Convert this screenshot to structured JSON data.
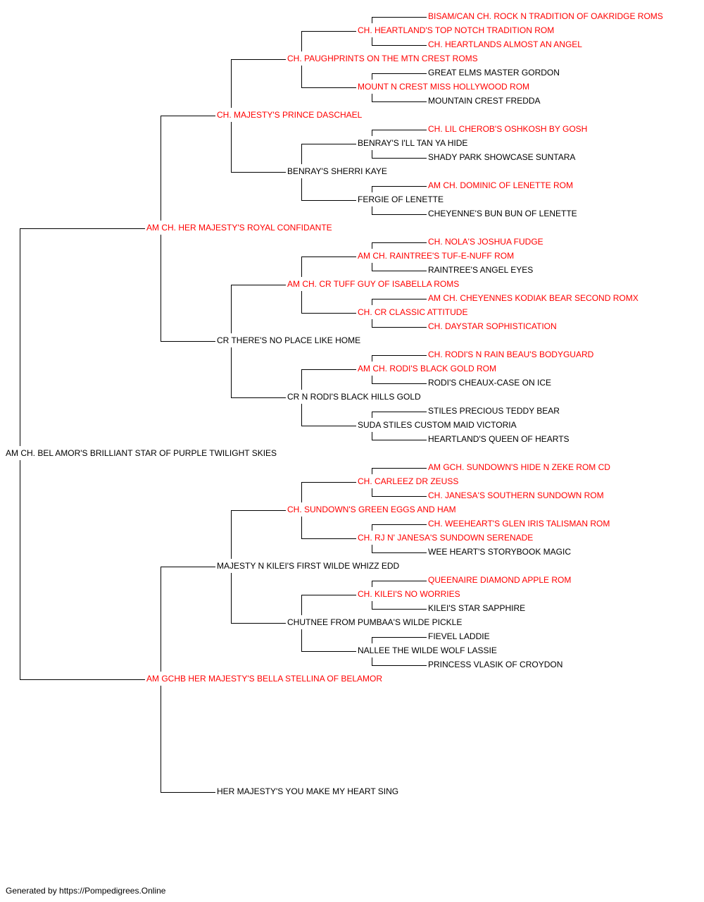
{
  "colors": {
    "champion": "#ff0000",
    "regular": "#000000",
    "connector": "#000000"
  },
  "pedigree": {
    "name": "AM CH. BEL AMOR'S BRILLIANT STAR OF PURPLE TWILIGHT SKIES",
    "titled": false,
    "sire": {
      "name": "AM CH. HER MAJESTY'S ROYAL CONFIDANTE",
      "titled": true,
      "sire": {
        "name": "CH. MAJESTY'S PRINCE DASCHAEL",
        "titled": true,
        "sire": {
          "name": "CH. PAUGHPRINTS ON THE MTN CREST ROMS",
          "titled": true,
          "sire": {
            "name": "CH. HEARTLAND'S TOP NOTCH TRADITION ROM",
            "titled": true,
            "sire": {
              "name": "BISAM/CAN CH. ROCK N TRADITION OF OAKRIDGE ROMS",
              "titled": true
            },
            "dam": {
              "name": "CH. HEARTLANDS ALMOST AN ANGEL",
              "titled": true
            }
          },
          "dam": {
            "name": "MOUNT N CREST MISS HOLLYWOOD ROM",
            "titled": true,
            "sire": {
              "name": "GREAT ELMS MASTER GORDON",
              "titled": false
            },
            "dam": {
              "name": "MOUNTAIN CREST FREDDA",
              "titled": false
            }
          }
        },
        "dam": {
          "name": "BENRAY'S SHERRI KAYE",
          "titled": false,
          "sire": {
            "name": "BENRAY'S I'LL TAN YA HIDE",
            "titled": false,
            "sire": {
              "name": "CH. LIL CHEROB'S OSHKOSH BY GOSH",
              "titled": true
            },
            "dam": {
              "name": "SHADY PARK SHOWCASE SUNTARA",
              "titled": false
            }
          },
          "dam": {
            "name": "FERGIE OF LENETTE",
            "titled": false,
            "sire": {
              "name": "AM CH. DOMINIC OF LENETTE ROM",
              "titled": true
            },
            "dam": {
              "name": "CHEYENNE'S BUN BUN OF LENETTE",
              "titled": false
            }
          }
        }
      },
      "dam": {
        "name": "CR THERE'S NO PLACE LIKE HOME",
        "titled": false,
        "sire": {
          "name": "AM CH. CR TUFF GUY OF ISABELLA ROMS",
          "titled": true,
          "sire": {
            "name": "AM CH. RAINTREE'S TUF-E-NUFF ROM",
            "titled": true,
            "sire": {
              "name": "CH. NOLA'S JOSHUA FUDGE",
              "titled": true
            },
            "dam": {
              "name": "RAINTREE'S ANGEL EYES",
              "titled": false
            }
          },
          "dam": {
            "name": "CH. CR CLASSIC ATTITUDE",
            "titled": true,
            "sire": {
              "name": "AM CH. CHEYENNES KODIAK BEAR SECOND ROMX",
              "titled": true
            },
            "dam": {
              "name": "CH. DAYSTAR SOPHISTICATION",
              "titled": true
            }
          }
        },
        "dam": {
          "name": "CR N RODI'S BLACK HILLS GOLD",
          "titled": false,
          "sire": {
            "name": "AM CH. RODI'S BLACK GOLD ROM",
            "titled": true,
            "sire": {
              "name": "CH. RODI'S N RAIN BEAU'S BODYGUARD",
              "titled": true
            },
            "dam": {
              "name": "RODI'S CHEAUX-CASE ON ICE",
              "titled": false
            }
          },
          "dam": {
            "name": "SUDA STILES CUSTOM MAID VICTORIA",
            "titled": false,
            "sire": {
              "name": "STILES PRECIOUS TEDDY BEAR",
              "titled": false
            },
            "dam": {
              "name": "HEARTLAND'S QUEEN OF HEARTS",
              "titled": false
            }
          }
        }
      }
    },
    "dam": {
      "name": "AM GCHB HER MAJESTY'S BELLA STELLINA OF BELAMOR",
      "titled": true,
      "sire": {
        "name": "MAJESTY N KILEI'S FIRST WILDE WHIZZ EDD",
        "titled": false,
        "sire": {
          "name": "CH. SUNDOWN'S GREEN EGGS AND HAM",
          "titled": true,
          "sire": {
            "name": "CH. CARLEEZ DR ZEUSS",
            "titled": true,
            "sire": {
              "name": "AM GCH. SUNDOWN'S HIDE N ZEKE ROM CD",
              "titled": true
            },
            "dam": {
              "name": "CH. JANESA'S SOUTHERN SUNDOWN ROM",
              "titled": true
            }
          },
          "dam": {
            "name": "CH. RJ N' JANESA'S SUNDOWN SERENADE",
            "titled": true,
            "sire": {
              "name": "CH. WEEHEART'S GLEN IRIS TALISMAN ROM",
              "titled": true
            },
            "dam": {
              "name": "WEE HEART'S STORYBOOK MAGIC",
              "titled": false
            }
          }
        },
        "dam": {
          "name": "CHUTNEE FROM PUMBAA'S WILDE PICKLE",
          "titled": false,
          "sire": {
            "name": "CH. KILEI'S NO WORRIES",
            "titled": true,
            "sire": {
              "name": "QUEENAIRE DIAMOND APPLE ROM",
              "titled": true
            },
            "dam": {
              "name": "KILEI'S STAR SAPPHIRE",
              "titled": false
            }
          },
          "dam": {
            "name": "NALLEE THE WILDE WOLF LASSIE",
            "titled": false,
            "sire": {
              "name": "FIEVEL LADDIE",
              "titled": false
            },
            "dam": {
              "name": "PRINCESS VLASIK OF CROYDON",
              "titled": false
            }
          }
        }
      },
      "dam": {
        "name": "HER MAJESTY'S YOU MAKE MY HEART SING",
        "titled": false
      }
    }
  },
  "footer": "Generated by https://Pompedigrees.Online"
}
